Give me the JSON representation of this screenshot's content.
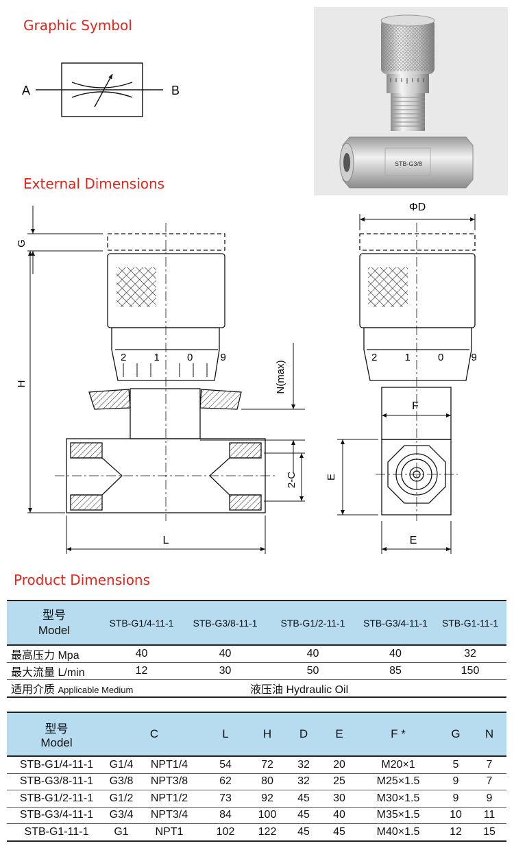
{
  "headings": {
    "graphic_symbol": "Graphic Symbol",
    "external_dimensions": "External Dimensions",
    "product_dimensions": "Product Dimensions"
  },
  "symbol": {
    "port_a": "A",
    "port_b": "B"
  },
  "photo": {
    "body_label": "STB-G3/8"
  },
  "drawing": {
    "label_g": "G",
    "label_h": "H",
    "label_n": "N(max)",
    "label_2c": "2-C",
    "label_l": "L",
    "label_d": "ΦD",
    "label_f": "F",
    "label_e_vertical": "E",
    "label_e_horizontal": "E",
    "dial_left": "2 1 0 9",
    "dial_right": "2 1 0 9"
  },
  "table1": {
    "model_cn": "型号",
    "model_en": "Model",
    "models": [
      "STB-G1/4-11-1",
      "STB-G3/8-11-1",
      "STB-G1/2-11-1",
      "STB-G3/4-11-1",
      "STB-G1-11-1"
    ],
    "pressure_label_cn": "最高压力",
    "pressure_label_en": "Mpa",
    "pressure": [
      "40",
      "40",
      "40",
      "40",
      "32"
    ],
    "flow_label_cn": "最大流量",
    "flow_label_en": "L/min",
    "flow": [
      "12",
      "30",
      "50",
      "85",
      "150"
    ],
    "medium_label_cn": "适用介质",
    "medium_label_en": "Applicable Medium",
    "medium_value": "液压油 Hydraulic Oil"
  },
  "table2": {
    "model_cn": "型号",
    "model_en": "Model",
    "headers": [
      "C",
      "L",
      "H",
      "D",
      "E",
      "F *",
      "G",
      "N"
    ],
    "rows": [
      {
        "model": "STB-G1/4-11-1",
        "c1": "G1/4",
        "c2": "NPT1/4",
        "L": "54",
        "H": "72",
        "D": "32",
        "E": "20",
        "F": "M20×1",
        "G": "5",
        "N": "7"
      },
      {
        "model": "STB-G3/8-11-1",
        "c1": "G3/8",
        "c2": "NPT3/8",
        "L": "62",
        "H": "80",
        "D": "32",
        "E": "25",
        "F": "M25×1.5",
        "G": "9",
        "N": "7"
      },
      {
        "model": "STB-G1/2-11-1",
        "c1": "G1/2",
        "c2": "NPT1/2",
        "L": "73",
        "H": "92",
        "D": "45",
        "E": "30",
        "F": "M30×1.5",
        "G": "9",
        "N": "9"
      },
      {
        "model": "STB-G3/4-11-1",
        "c1": "G3/4",
        "c2": "NPT3/4",
        "L": "84",
        "H": "100",
        "D": "45",
        "E": "40",
        "F": "M35×1.5",
        "G": "10",
        "N": "11"
      },
      {
        "model": "STB-G1-11-1",
        "c1": "G1",
        "c2": "NPT1",
        "L": "102",
        "H": "122",
        "D": "45",
        "E": "45",
        "F": "M40×1.5",
        "G": "12",
        "N": "15"
      }
    ]
  }
}
